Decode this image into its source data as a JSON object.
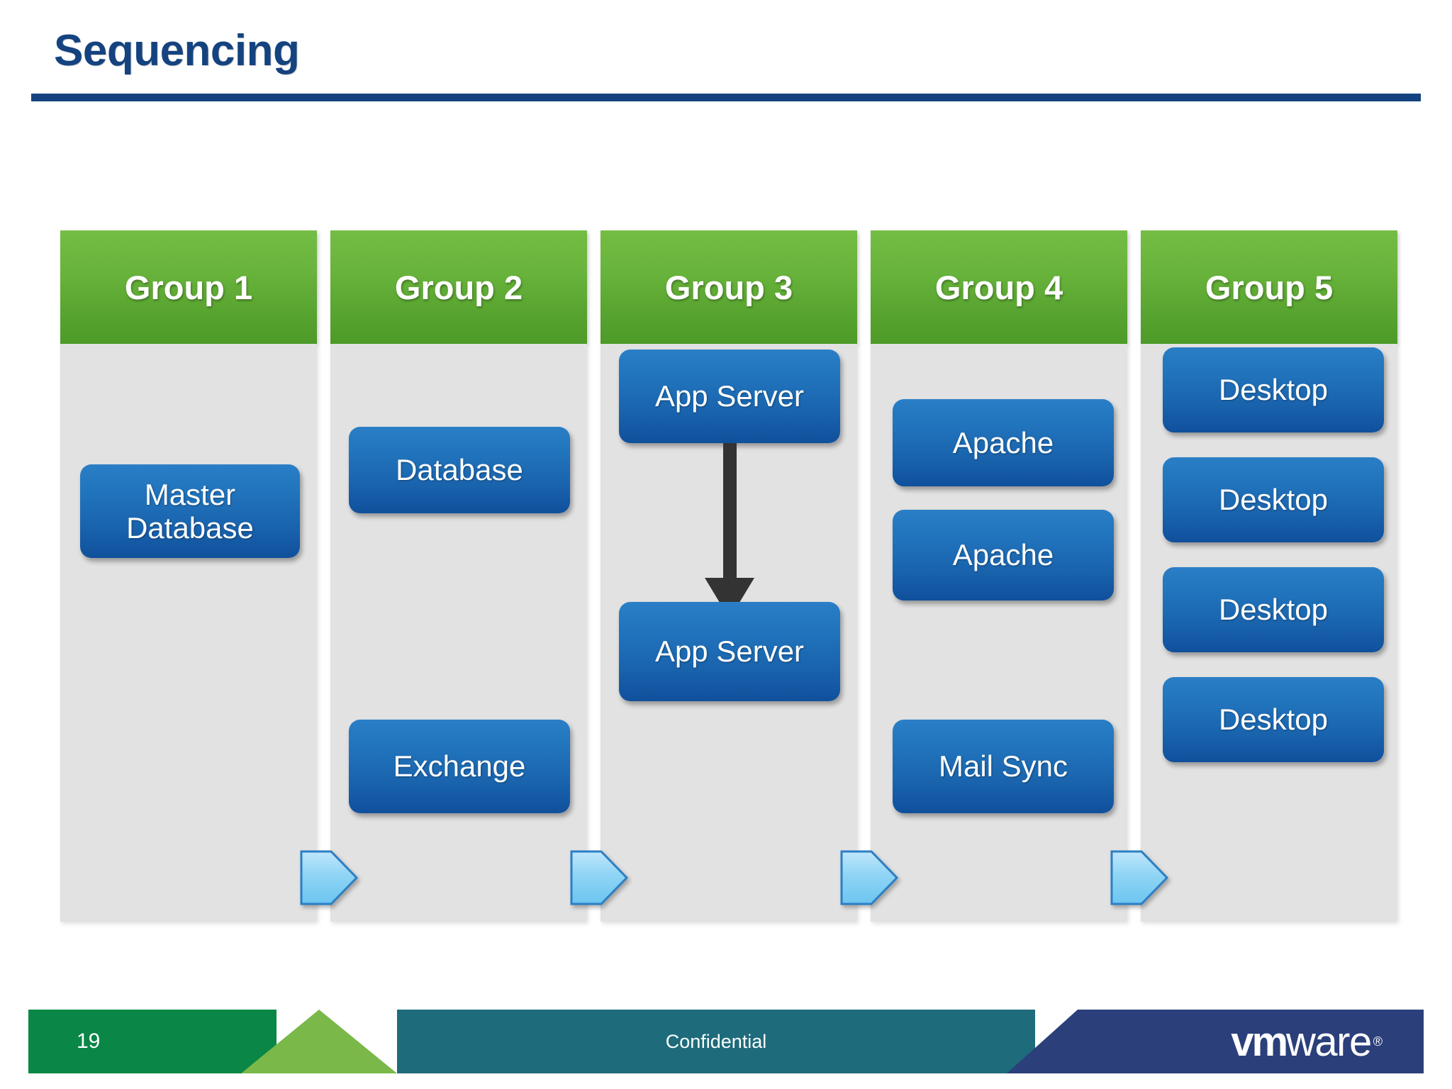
{
  "slide": {
    "title": "Sequencing",
    "page_number": "19",
    "confidential_label": "Confidential",
    "logo": {
      "bold_part": "vm",
      "light_part": "ware",
      "trademark": "®"
    }
  },
  "colors": {
    "title_navy": "#14437f",
    "group_header_green_top": "#74bd45",
    "group_header_green_bottom": "#4d9a28",
    "column_body_gray": "#e2e2e2",
    "node_blue_top": "#2a7ec6",
    "node_blue_bottom": "#10509c",
    "arrow_dark": "#333333",
    "connector_light_blue": "#8fd4f5",
    "connector_border_blue": "#2b7fc4",
    "footer_green": "#0a8646",
    "footer_light_green": "#7ab84a",
    "footer_teal": "#1e6b7b",
    "footer_navy": "#2b3f7a"
  },
  "diagram": {
    "type": "sequencing-groups",
    "columns": [
      {
        "header": "Group 1",
        "nodes": [
          {
            "label": "Master Database",
            "lines": [
              "Master",
              "Database"
            ]
          }
        ]
      },
      {
        "header": "Group 2",
        "nodes": [
          {
            "label": "Database",
            "lines": [
              "Database"
            ]
          },
          {
            "label": "Exchange",
            "lines": [
              "Exchange"
            ]
          }
        ]
      },
      {
        "header": "Group 3",
        "nodes": [
          {
            "label": "App Server",
            "lines": [
              "App Server"
            ]
          },
          {
            "label": "App Server",
            "lines": [
              "App Server"
            ]
          }
        ],
        "internal_arrow": {
          "from": "App Server",
          "to": "App Server",
          "direction": "down"
        }
      },
      {
        "header": "Group 4",
        "nodes": [
          {
            "label": "Apache",
            "lines": [
              "Apache"
            ]
          },
          {
            "label": "Apache",
            "lines": [
              "Apache"
            ]
          },
          {
            "label": "Mail Sync",
            "lines": [
              "Mail Sync"
            ]
          }
        ]
      },
      {
        "header": "Group 5",
        "nodes": [
          {
            "label": "Desktop",
            "lines": [
              "Desktop"
            ]
          },
          {
            "label": "Desktop",
            "lines": [
              "Desktop"
            ]
          },
          {
            "label": "Desktop",
            "lines": [
              "Desktop"
            ]
          },
          {
            "label": "Desktop",
            "lines": [
              "Desktop"
            ]
          }
        ]
      }
    ],
    "sequence_connectors": [
      {
        "from_group": "Group 1",
        "to_group": "Group 2"
      },
      {
        "from_group": "Group 2",
        "to_group": "Group 3"
      },
      {
        "from_group": "Group 3",
        "to_group": "Group 4"
      },
      {
        "from_group": "Group 4",
        "to_group": "Group 5"
      }
    ]
  }
}
